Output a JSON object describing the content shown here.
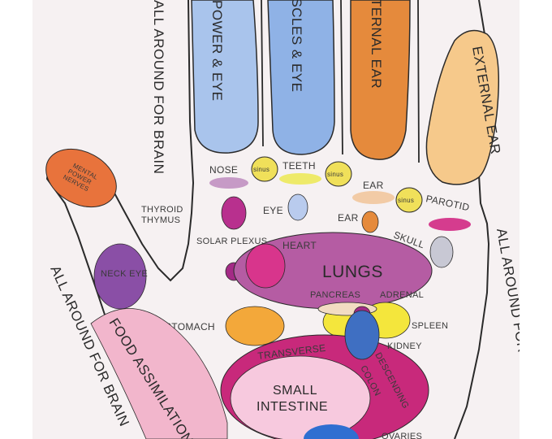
{
  "fingers": {
    "index": "POWER & EYE",
    "middle": "MUSCLES & EYE",
    "ring": "INTERNAL EAR",
    "little": "EXTERNAL EAR"
  },
  "thumb": "MENTAL POWER NERVES",
  "side_left": "ALL AROUND FOR BRAIN",
  "side_left_lower": "ALL AROUND FOR BRAIN",
  "side_right": "ALL AROUND FOR BRAIN",
  "zones": {
    "nose": "NOSE",
    "sinus": "sinus",
    "teeth": "TEETH",
    "ear_top": "EAR",
    "parotid": "PAROTID",
    "thyroid": "THYROID",
    "thymus": "THYMUS",
    "eye": "EYE",
    "ear": "EAR",
    "skull": "SKULL",
    "solar_plexus": "SOLAR PLEXUS",
    "heart": "HEART",
    "lungs": "LUNGS",
    "neck_eye": "NECK EYE",
    "pancreas": "PANCREAS",
    "adrenal": "ADRENAL",
    "stomach": "STOMACH",
    "spleen": "SPLEEN",
    "kidney": "KIDNEY",
    "transverse": "TRANSVERSE",
    "descending": "DESCENDING",
    "colon": "COLON",
    "small_intestine": "SMALL INTESTINE",
    "food": "FOOD ASSIMILATION",
    "ovaries": "OVARIES"
  },
  "colors": {
    "index": "#a9c4ec",
    "middle": "#8fb2e6",
    "ring": "#e58a3c",
    "little": "#f6c98b",
    "thumb": "#e8733c",
    "lungs": "#b55ca3",
    "heart": "#d8358c",
    "neck": "#8a4fa6",
    "colon": "#c8297b",
    "small_intestine": "#f7c9de",
    "stomach": "#f3a83a",
    "spleen": "#f4e63c",
    "kidney": "#3f6fc2",
    "food": "#f2b6cc"
  }
}
